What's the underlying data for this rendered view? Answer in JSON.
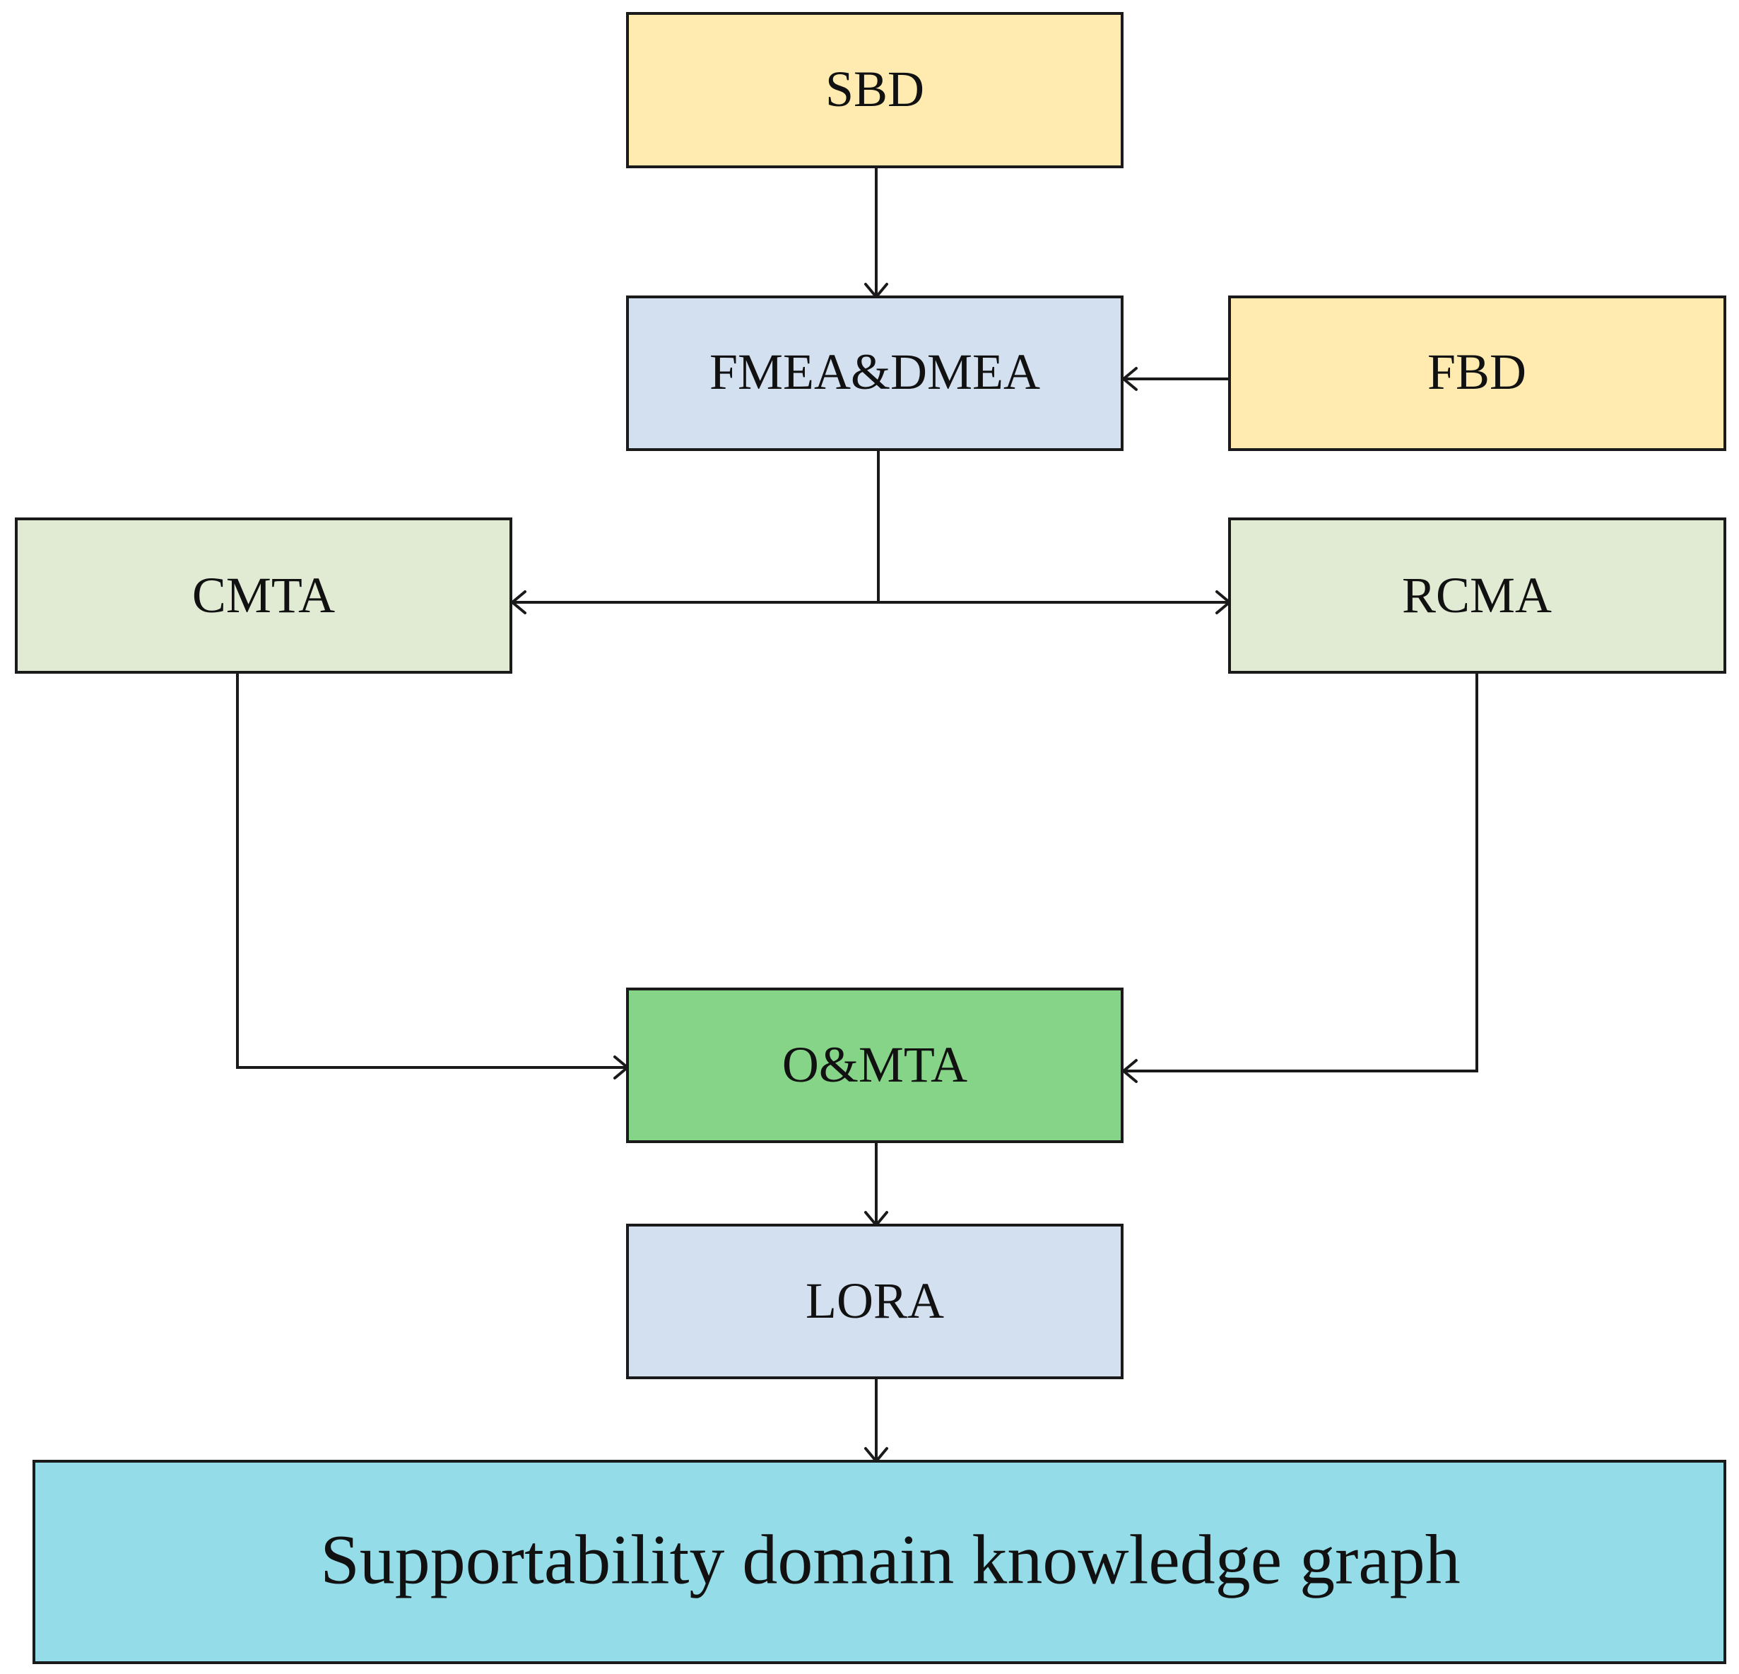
{
  "nodes": {
    "sbd": {
      "label": "SBD",
      "color": "#FFEBB0"
    },
    "fmea": {
      "label": "FMEA&DMEA",
      "color": "#D3E0F0"
    },
    "fbd": {
      "label": "FBD",
      "color": "#FFEBB0"
    },
    "cmta": {
      "label": "CMTA",
      "color": "#E1EBD4"
    },
    "rcma": {
      "label": "RCMA",
      "color": "#E1EBD4"
    },
    "omta": {
      "label": "O&MTA",
      "color": "#86D488"
    },
    "lora": {
      "label": "LORA",
      "color": "#D3E0F0"
    },
    "graph": {
      "label": "Supportability domain knowledge graph",
      "color": "#94DCE8"
    }
  },
  "edges": [
    {
      "from": "SBD",
      "to": "FMEA&DMEA"
    },
    {
      "from": "FBD",
      "to": "FMEA&DMEA"
    },
    {
      "from": "FMEA&DMEA",
      "to": "CMTA"
    },
    {
      "from": "FMEA&DMEA",
      "to": "RCMA"
    },
    {
      "from": "CMTA",
      "to": "O&MTA"
    },
    {
      "from": "RCMA",
      "to": "O&MTA"
    },
    {
      "from": "O&MTA",
      "to": "LORA"
    },
    {
      "from": "LORA",
      "to": "Supportability domain knowledge graph"
    }
  ]
}
